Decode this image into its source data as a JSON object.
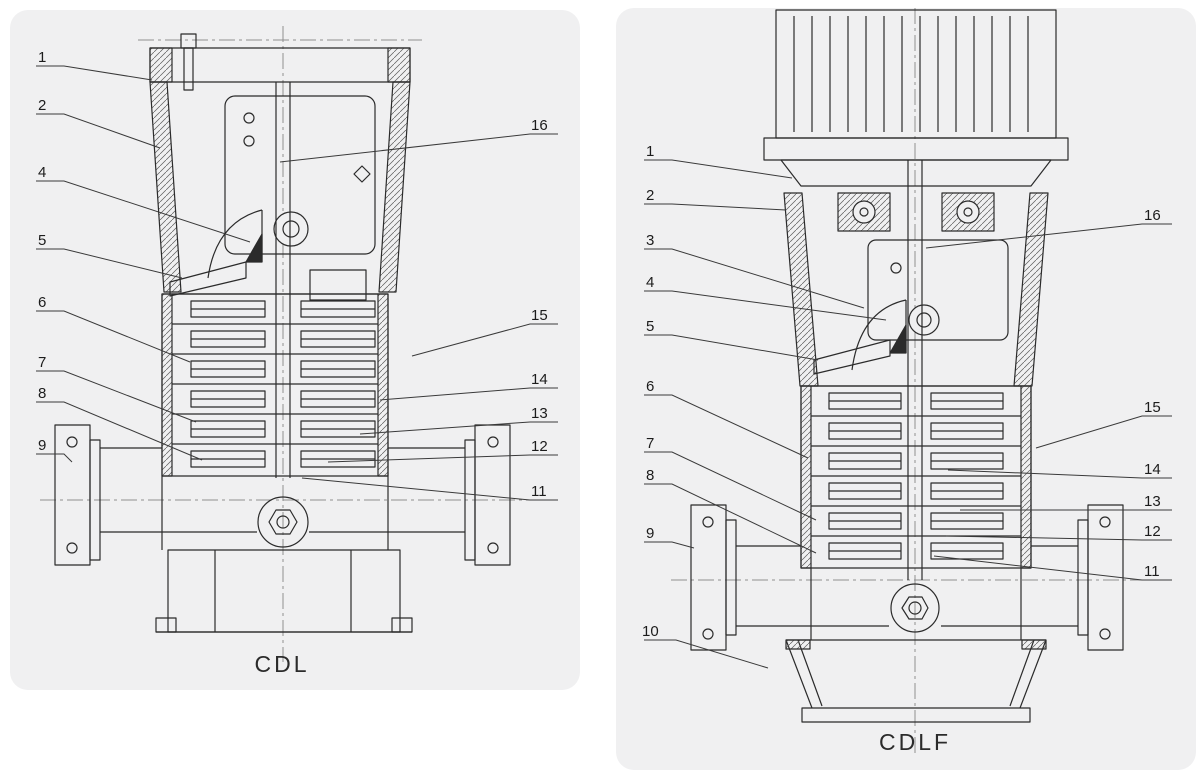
{
  "page": {
    "background_color": "#ffffff",
    "panel_background_color": "#f0f0f1",
    "line_color": "#2b2b2b",
    "leader_color": "#3a3a3a",
    "centerline_color": "#8f8f8f"
  },
  "panels": [
    {
      "label": "CDL",
      "description": "vertical-multistage-pump-cross-section",
      "callouts_left": [
        "1",
        "2",
        "4",
        "5",
        "6",
        "7",
        "8",
        "9"
      ],
      "callouts_right": [
        "16",
        "15",
        "14",
        "13",
        "12",
        "11"
      ]
    },
    {
      "label": "CDLF",
      "description": "vertical-multistage-pump-with-motor-cross-section",
      "callouts_left": [
        "1",
        "2",
        "3",
        "4",
        "5",
        "6",
        "7",
        "8",
        "9",
        "10"
      ],
      "callouts_right": [
        "16",
        "15",
        "14",
        "13",
        "12",
        "11"
      ]
    }
  ]
}
